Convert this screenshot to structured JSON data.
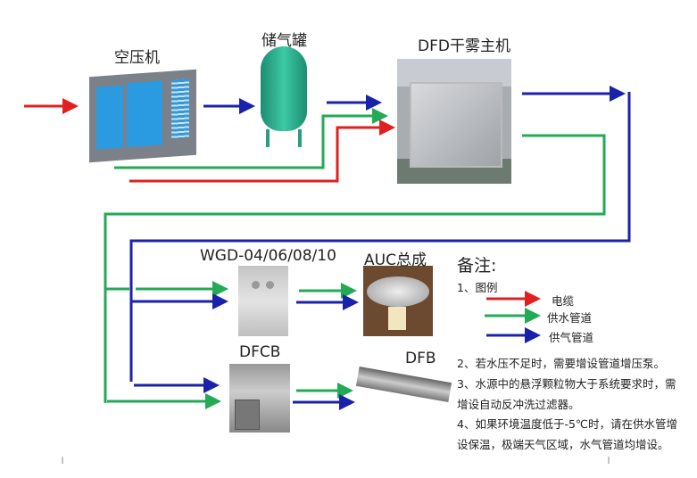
{
  "labels": {
    "compressor": "空压机",
    "tank": "储气罐",
    "dfd": "DFD干雾主机",
    "wgd": "WGD-04/06/08/10",
    "auc": "AUC总成",
    "dfcb": "DFCB",
    "dfb": "DFB"
  },
  "notes": {
    "title": "备注:",
    "legend_title": "1、图例",
    "legend": [
      {
        "label": "电缆",
        "color": "#e02020"
      },
      {
        "label": "供水管道",
        "color": "#22aa55"
      },
      {
        "label": "供气管道",
        "color": "#1a22aa"
      }
    ],
    "items": [
      "2、若水压不足时，需要增设管道增压泵。",
      "3、水源中的悬浮颗粒物大于系统要求时，需",
      "增设自动反冲洗过滤器。",
      "4、如果环境温度低于-5℃时，请在供水管增",
      "设保温，极端天气区域，水气管道均增设。"
    ]
  },
  "colors": {
    "red": "#e02020",
    "green": "#22aa55",
    "blue": "#1a22aa"
  }
}
